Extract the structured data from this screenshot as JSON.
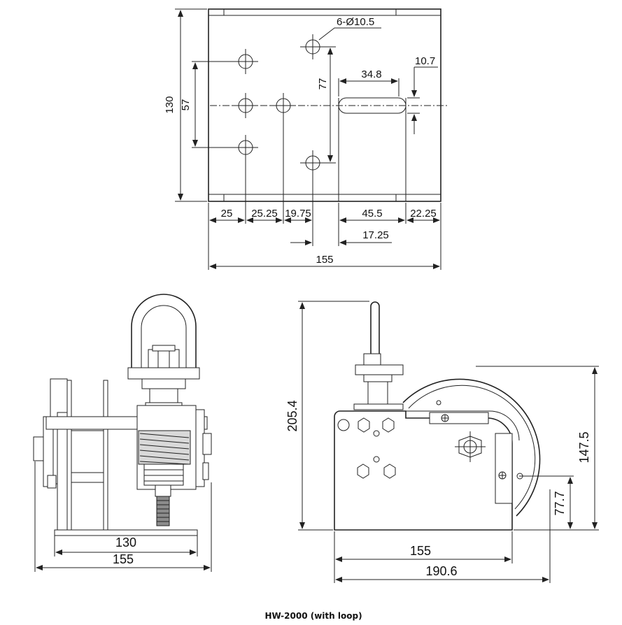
{
  "top_view": {
    "holes_label": "6-Ø10.5",
    "height": "130",
    "hole_spacing_v": "57",
    "hole_offset_v": "77",
    "slot_width": "34.8",
    "slot_height": "10.7",
    "dim_25": "25",
    "dim_25_25": "25.25",
    "dim_19_75": "19.75",
    "dim_45_5": "45.5",
    "dim_22_25": "22.25",
    "dim_17_25": "17.25",
    "width": "155"
  },
  "front_view": {
    "inner_width": "130",
    "outer_width": "155"
  },
  "side_view": {
    "height_total": "205.4",
    "height_drum": "147.5",
    "height_guide": "77.7",
    "width_base": "155",
    "width_total": "190.6"
  },
  "caption": "HW-2000 (with loop)"
}
